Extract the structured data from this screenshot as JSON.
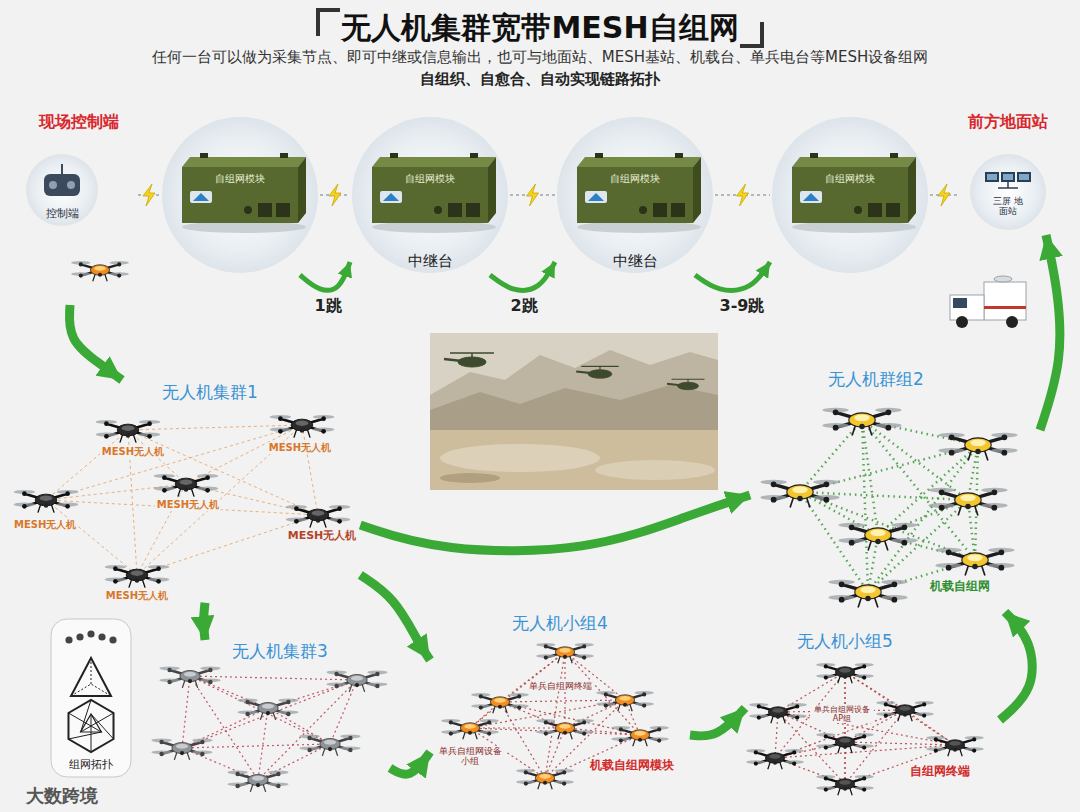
{
  "diagram": {
    "title": "无人机集群宽带MESH自组网",
    "nodes": [
      {
        "text": [
          "现场控制端",
          "控制端"
        ]
      },
      {
        "text": [
          "自组网模块"
        ]
      },
      {
        "text": [
          "自组网模块",
          "中继台"
        ]
      },
      {
        "text": [
          "自组网模块",
          "中继台"
        ]
      },
      {
        "text": [
          "自组网模块"
        ]
      },
      {
        "text": [
          "前方地面站",
          "三屏 地面站"
        ]
      },
      {
        "text": [
          "无人机集群1",
          "MESH无人机",
          "MESH无人机",
          "MESH无人机",
          "MESH无人机",
          "MESH无人机",
          "MESH无人机"
        ]
      },
      {
        "text": [
          "无人机群组2",
          "机载自组网"
        ]
      },
      {
        "text": [
          "无人机集群3"
        ]
      },
      {
        "text": [
          "无人机小组4",
          "单兵自组网终端",
          "单兵自组网设备 小组",
          "机载自组网模块"
        ]
      },
      {
        "text": [
          "无人机小组5",
          "单兵自组网设备 AP组",
          "自组网终端"
        ]
      },
      {
        "text": [
          "组网拓扑"
        ]
      }
    ],
    "edges": [
      {
        "from": 0,
        "to": 1,
        "arrow": "none"
      },
      {
        "from": 1,
        "to": 2,
        "arrow": "none"
      },
      {
        "from": 2,
        "to": 3,
        "arrow": "none"
      },
      {
        "from": 3,
        "to": 4,
        "arrow": "none"
      },
      {
        "from": 4,
        "to": 5,
        "arrow": "none"
      },
      {
        "from": 1,
        "to": 2,
        "label": "1跳",
        "arrow": "to"
      },
      {
        "from": 2,
        "to": 3,
        "label": "2跳",
        "arrow": "to"
      },
      {
        "from": 3,
        "to": 4,
        "label": "3-9跳",
        "arrow": "to"
      },
      {
        "from": 0,
        "to": 6,
        "arrow": "to"
      },
      {
        "from": 6,
        "to": 8,
        "arrow": "to"
      },
      {
        "from": 6,
        "to": 9,
        "arrow": "to"
      },
      {
        "from": 6,
        "to": 7,
        "arrow": "to"
      },
      {
        "from": 8,
        "to": 9,
        "arrow": "to"
      },
      {
        "from": 9,
        "to": 10,
        "arrow": "to"
      },
      {
        "from": 10,
        "to": 7,
        "arrow": "to"
      },
      {
        "from": 7,
        "to": 5,
        "arrow": "to"
      }
    ],
    "labels": [
      "任何一台可以做为采集节点、即可中继或信息输出，也可与地面站、MESH基站、机载台、单兵电台等MESH设备组网",
      "自组织、自愈合、自动实现链路拓扑",
      "大数跨境"
    ]
  }
}
